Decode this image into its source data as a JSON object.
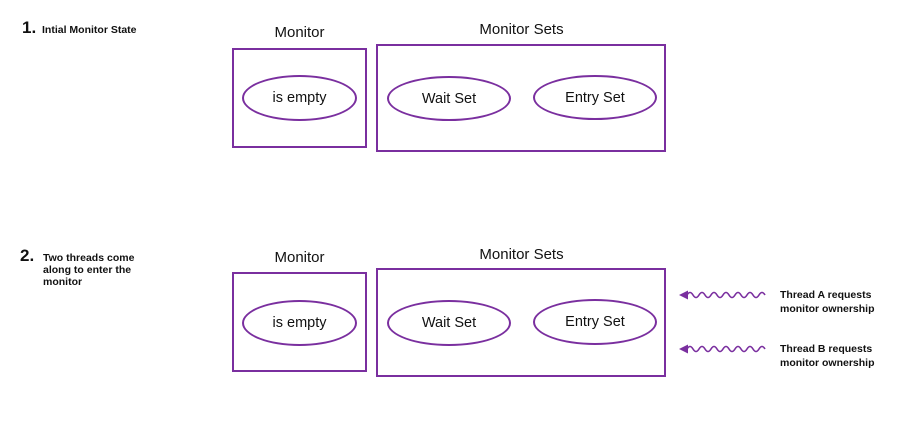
{
  "colors": {
    "accent": "#7a2f9f"
  },
  "step1": {
    "number": "1.",
    "label": "Intial Monitor State",
    "monitor_title": "Monitor",
    "monitor_state": "is empty",
    "sets_title": "Monitor Sets",
    "wait_set": "Wait Set",
    "entry_set": "Entry Set"
  },
  "step2": {
    "number": "2.",
    "label_line1": "Two threads come",
    "label_line2": "along to enter the",
    "label_line3": "monitor",
    "monitor_title": "Monitor",
    "monitor_state": "is empty",
    "sets_title": "Monitor Sets",
    "wait_set": "Wait Set",
    "entry_set": "Entry Set",
    "threads": [
      {
        "line1": "Thread A requests",
        "line2": "monitor ownership",
        "icon": "wavy-arrow-left-icon"
      },
      {
        "line1": "Thread B requests",
        "line2": "monitor ownership",
        "icon": "wavy-arrow-left-icon"
      }
    ]
  }
}
